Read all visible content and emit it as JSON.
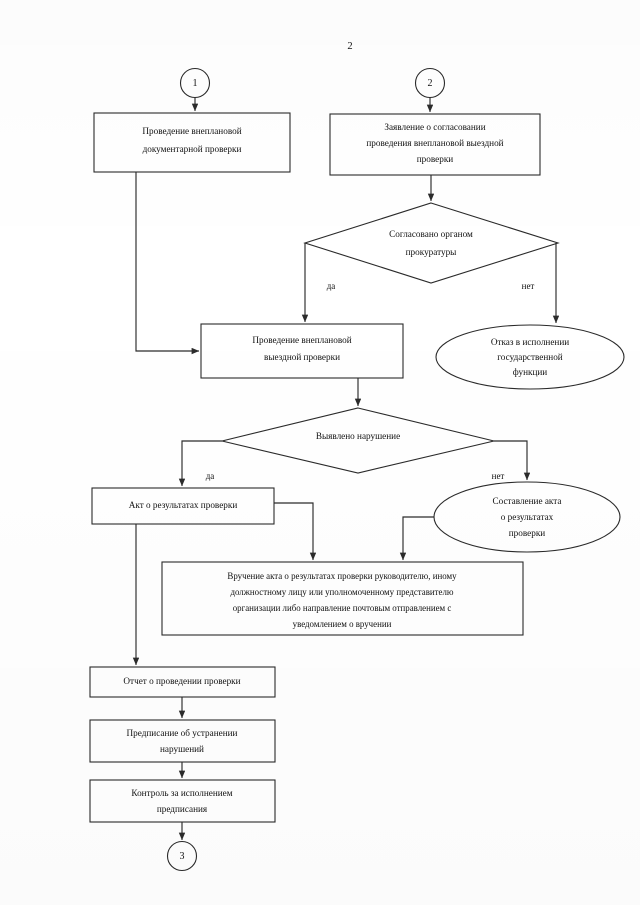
{
  "page": {
    "number": "2",
    "language": "ru",
    "document_type": "flowchart-diagram"
  },
  "connectors": {
    "entry_left": "1",
    "entry_right": "2",
    "exit_bottom": "3"
  },
  "branch_labels": {
    "yes": "да",
    "no": "нет"
  },
  "nodes": {
    "unscheduled_doc_check": {
      "shape": "process",
      "lines": [
        "Проведение внеплановой",
        "документарной проверки"
      ]
    },
    "application_approval": {
      "shape": "process",
      "lines": [
        "Заявление о согласовании",
        "проведения внеплановой выездной",
        "проверки"
      ]
    },
    "prosecutor_decision": {
      "shape": "decision",
      "lines": [
        "Согласовано органом",
        "прокуратуры"
      ]
    },
    "refusal": {
      "shape": "terminator",
      "lines": [
        "Отказ в исполнении",
        "государственной",
        "функции"
      ]
    },
    "unscheduled_field_check": {
      "shape": "process",
      "lines": [
        "Проведение внеплановой",
        "выездной проверки"
      ]
    },
    "violation_decision": {
      "shape": "decision",
      "lines": [
        "Выявлено нарушение"
      ]
    },
    "inspection_act": {
      "shape": "process",
      "lines": [
        "Акт о результатах проверки"
      ]
    },
    "act_drafting": {
      "shape": "terminator",
      "lines": [
        "Составление акта",
        "о результатах",
        "проверки"
      ]
    },
    "act_delivery": {
      "shape": "process",
      "lines": [
        "Вручение акта о результатах проверки руководителю, иному",
        "должностному лицу или уполномоченному представителю",
        "организации либо направление почтовым отправлением с",
        "уведомлением о вручении"
      ]
    },
    "inspection_report": {
      "shape": "process",
      "lines": [
        "Отчет о проведении проверки"
      ]
    },
    "order_to_remedy": {
      "shape": "process",
      "lines": [
        "Предписание об устранении",
        "нарушений"
      ]
    },
    "order_control": {
      "shape": "process",
      "lines": [
        "Контроль за исполнением",
        "предписания"
      ]
    }
  },
  "colors": {
    "stroke": "#2a2a2a",
    "fill": "#ffffff",
    "text": "#111111",
    "page_background": "#ffffff"
  }
}
